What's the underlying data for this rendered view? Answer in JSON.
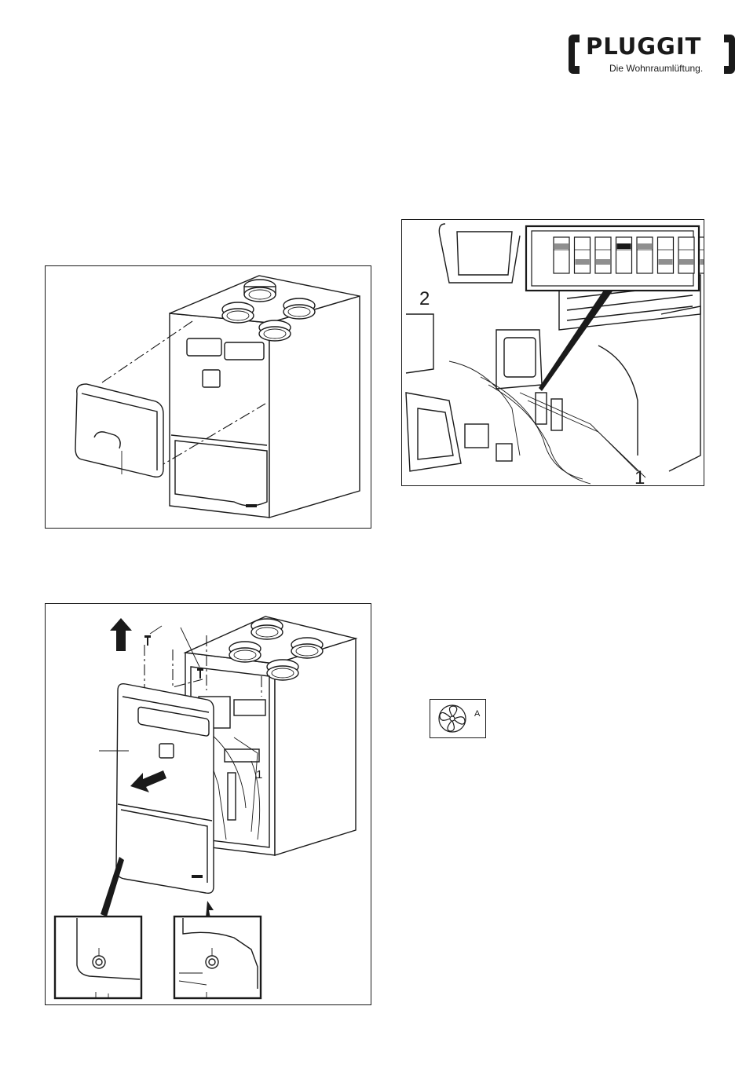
{
  "brand": {
    "name": "PLUGGIT",
    "tagline": "Die Wohnraumlüftung."
  },
  "figures": {
    "fig2": {
      "callout_left": "2",
      "callout_right": "1"
    },
    "fig3": {
      "callout_right": "1"
    }
  },
  "symbol": {
    "label": "A",
    "icon": "fan-icon"
  },
  "dip_switches": [
    {
      "position": "up"
    },
    {
      "position": "down"
    },
    {
      "position": "down"
    },
    {
      "position": "up-dark"
    },
    {
      "position": "up"
    },
    {
      "position": "down"
    },
    {
      "position": "down"
    },
    {
      "position": "down"
    }
  ]
}
